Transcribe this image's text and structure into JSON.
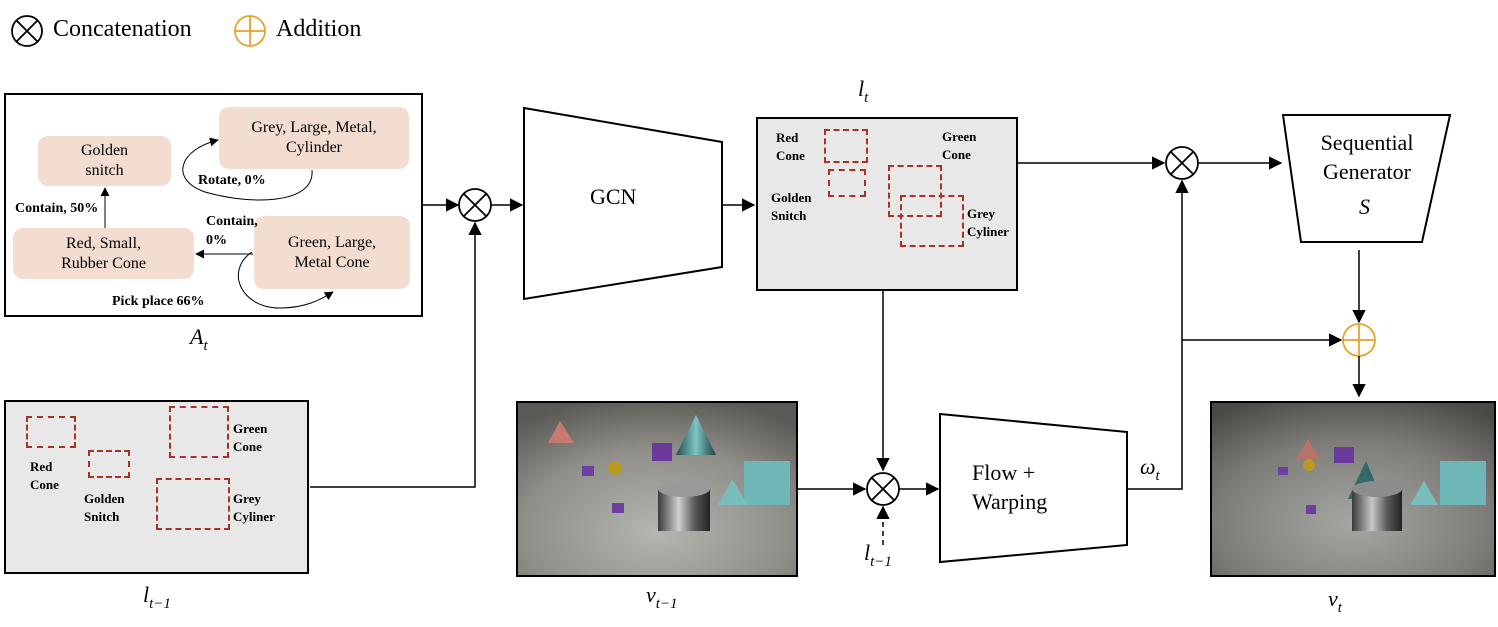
{
  "legend": {
    "concat_label": "Concatenation",
    "add_label": "Addition"
  },
  "graph": {
    "nodes": {
      "golden_snitch": "Golden snitch",
      "grey_cylinder": "Grey, Large, Metal, Cylinder",
      "red_cone": "Red, Small, Rubber Cone",
      "green_cone": "Green, Large, Metal Cone"
    },
    "edges": {
      "rotate": "Rotate, 0%",
      "contain_50": "Contain, 50%",
      "contain_0": "Contain, 0%",
      "pick_place": "Pick place 66%"
    },
    "label_main": "A",
    "label_sub": "t"
  },
  "gcn_label": "GCN",
  "layout_panel": {
    "label_main": "l",
    "label_sub": "t",
    "objects": {
      "red_cone": "Red Cone",
      "golden_snitch": "Golden Snitch",
      "green_cone": "Green Cone",
      "grey_cylinder": "Grey Cyliner"
    }
  },
  "prev_layout_panel": {
    "label_main": "l",
    "label_sub": "t−1",
    "objects": {
      "red_cone": "Red Cone",
      "golden_snitch": "Golden Snitch",
      "green_cone": "Green Cone",
      "grey_cylinder": "Grey Cyliner"
    }
  },
  "prev_frame": {
    "label_main": "v",
    "label_sub": "t−1"
  },
  "flow_input": {
    "label_main": "l",
    "label_sub": "t−1"
  },
  "flow_label": "Flow + Warping",
  "omega": {
    "label_main": "ω",
    "label_sub": "t"
  },
  "generator": {
    "label": "Sequential Generator",
    "symbol": "S"
  },
  "output_frame": {
    "label_main": "v",
    "label_sub": "t"
  },
  "colors": {
    "node_fill": "#f3ddd0",
    "panel_fill": "#e8e8e8",
    "bbox": "#a93226",
    "addition": "#e6a32a"
  }
}
